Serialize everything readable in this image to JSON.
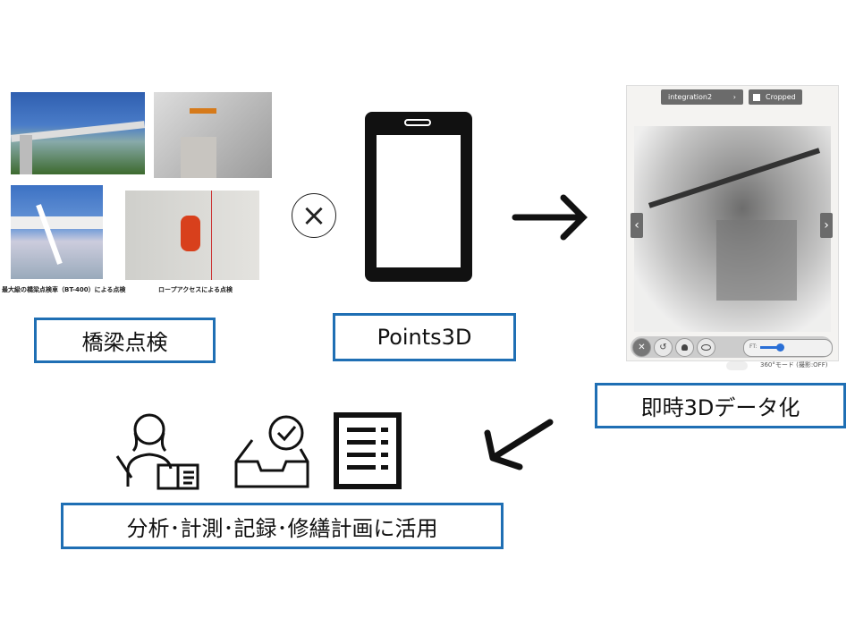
{
  "left": {
    "caption1": "最大級の橋梁点検車（BT-400）による点検",
    "caption2": "ロープアクセスによる点検",
    "label": "橋梁点検"
  },
  "times_symbol": "×",
  "center": {
    "label": "Points3D"
  },
  "app": {
    "dataset": "integration2",
    "dataset_chevron": "›",
    "cropped_label": "Cropped",
    "nav_left": "‹",
    "nav_right": "›",
    "close": "✕",
    "undo": "↺",
    "slider_label": "FT:",
    "mode_label": "360°モード (撮影:OFF)",
    "slider_value": 0.25
  },
  "right": {
    "label": "即時3Dデータ化"
  },
  "bottom": {
    "label": "分析･計測･記録･修繕計画に活用"
  },
  "colors": {
    "accent": "#1f6fb4"
  }
}
